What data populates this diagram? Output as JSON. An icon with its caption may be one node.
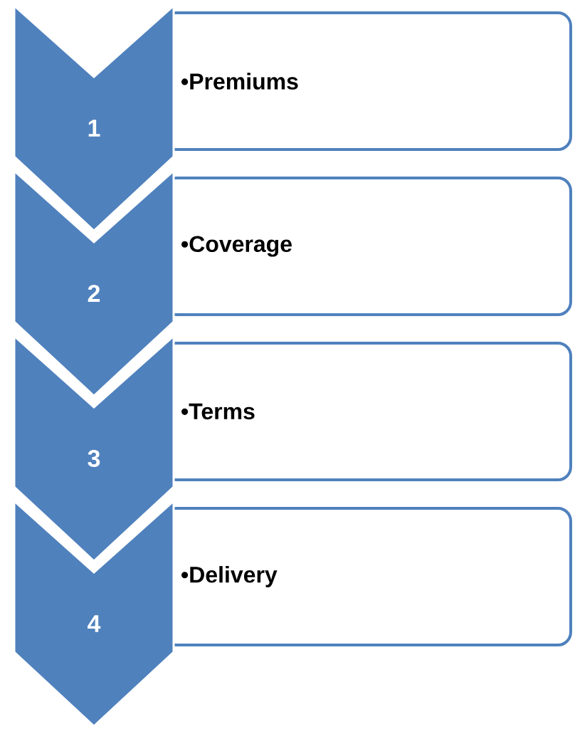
{
  "diagram": {
    "nodes": [
      {
        "text": [
          "1"
        ]
      },
      {
        "text": [
          "•Premiums"
        ]
      },
      {
        "text": [
          "2"
        ]
      },
      {
        "text": [
          "•Coverage"
        ]
      },
      {
        "text": [
          "3"
        ]
      },
      {
        "text": [
          "•Terms"
        ]
      },
      {
        "text": [
          "4"
        ]
      },
      {
        "text": [
          "•Delivery"
        ]
      }
    ]
  }
}
